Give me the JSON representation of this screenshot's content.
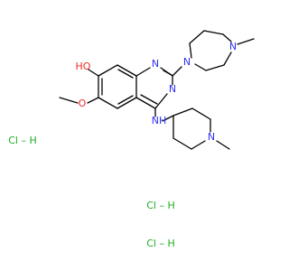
{
  "molecule": {
    "atom_labels": {
      "oh": "HO",
      "o_methoxy": "O",
      "n_ring1": "N",
      "n_ring3": "N",
      "n_diaz1": "N",
      "n_diaz4": "N",
      "nh": "NH",
      "n_pip": "N"
    }
  },
  "salts": [
    {
      "label": "Cl – H"
    },
    {
      "label": "Cl – H"
    },
    {
      "label": "Cl – H"
    }
  ],
  "colors": {
    "nitrogen": "#2e32f0",
    "oxygen": "#ee2a22",
    "chlorine": "#1fae22",
    "carbon": "#000000"
  }
}
